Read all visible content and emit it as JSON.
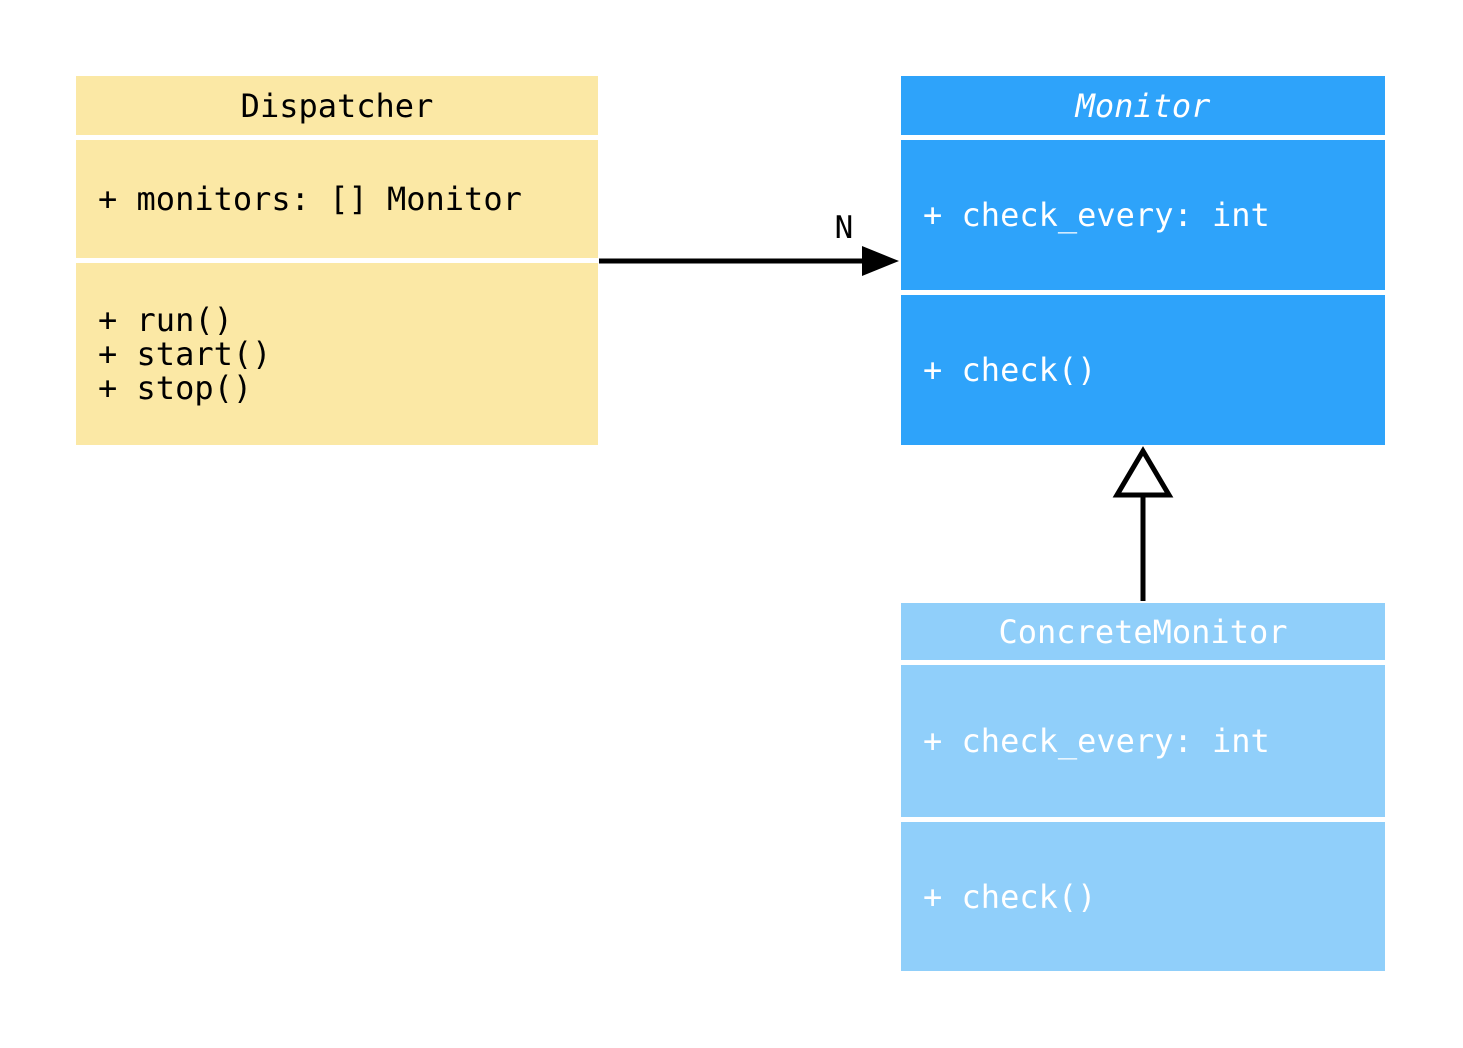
{
  "canvas": {
    "background": "#ffffff"
  },
  "classes": [
    {
      "name": "Dispatcher",
      "name_italic": false,
      "fill": "#FBE8A5",
      "text_color": "#000000",
      "attributes": [
        "+ monitors: [] Monitor"
      ],
      "methods": [
        "+ run()",
        "+ start()",
        "+ stop()"
      ]
    },
    {
      "name": "Monitor",
      "name_italic": true,
      "fill": "#2EA3FA",
      "text_color": "#ffffff",
      "attributes": [
        "+ check_every: int"
      ],
      "methods": [
        "+ check()"
      ]
    },
    {
      "name": "ConcreteMonitor",
      "name_italic": false,
      "fill": "#90CFFA",
      "text_color": "#ffffff",
      "attributes": [
        "+ check_every: int"
      ],
      "methods": [
        "+ check()"
      ]
    }
  ],
  "relations": [
    {
      "type": "association",
      "from": "Dispatcher",
      "to": "Monitor",
      "label": "N",
      "arrowhead": "filled-triangle",
      "color": "#000000"
    },
    {
      "type": "inheritance",
      "from": "ConcreteMonitor",
      "to": "Monitor",
      "label": "",
      "arrowhead": "hollow-triangle",
      "color": "#000000"
    }
  ]
}
